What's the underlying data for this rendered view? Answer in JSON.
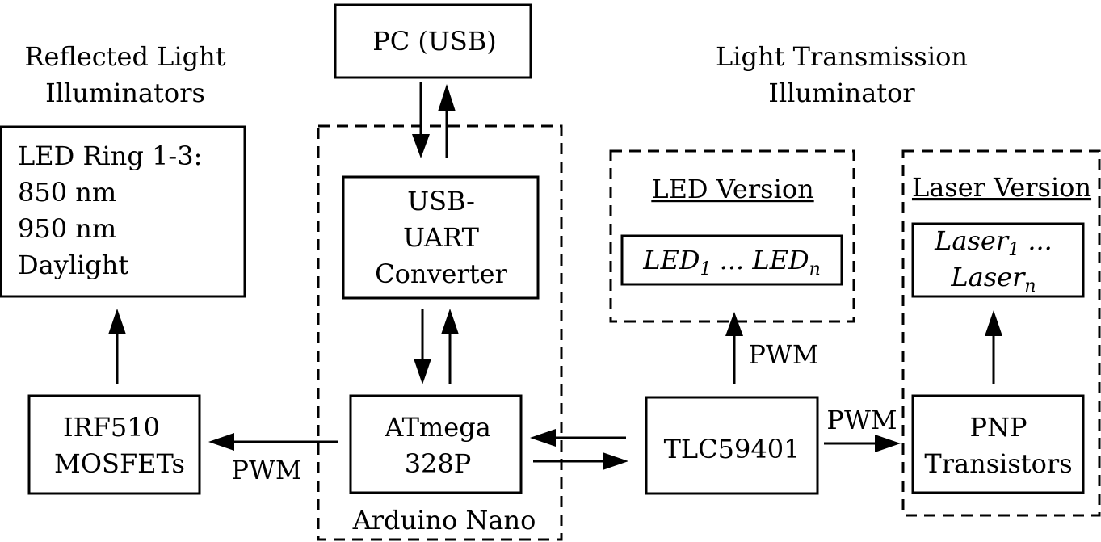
{
  "headings": {
    "reflected": [
      "Reflected Light",
      "Illuminators"
    ],
    "transmission": [
      "Light Transmission",
      "Illuminator"
    ]
  },
  "blocks": {
    "pc": "PC (USB)",
    "led_ring": [
      "LED Ring 1-3:",
      "850 nm",
      "950 nm",
      "Daylight"
    ],
    "usb_uart": [
      "USB-",
      "UART",
      "Converter"
    ],
    "atmega": [
      "ATmega",
      "328P"
    ],
    "irf": [
      "IRF510",
      "MOSFETs"
    ],
    "tlc": "TLC59401",
    "pnp": [
      "PNP",
      "Transistors"
    ]
  },
  "groups": {
    "arduino": "Arduino Nano",
    "led_version": "LED Version",
    "laser_version": "Laser Version"
  },
  "sources": {
    "led": {
      "base": "LED",
      "first": "1",
      "sep": " ... ",
      "last": "n"
    },
    "laser": {
      "base": "Laser",
      "first": "1",
      "sep": " ...",
      "last": "n"
    }
  },
  "signals": {
    "pwm_irf": "PWM",
    "pwm_led": "PWM",
    "pwm_pnp": "PWM"
  }
}
